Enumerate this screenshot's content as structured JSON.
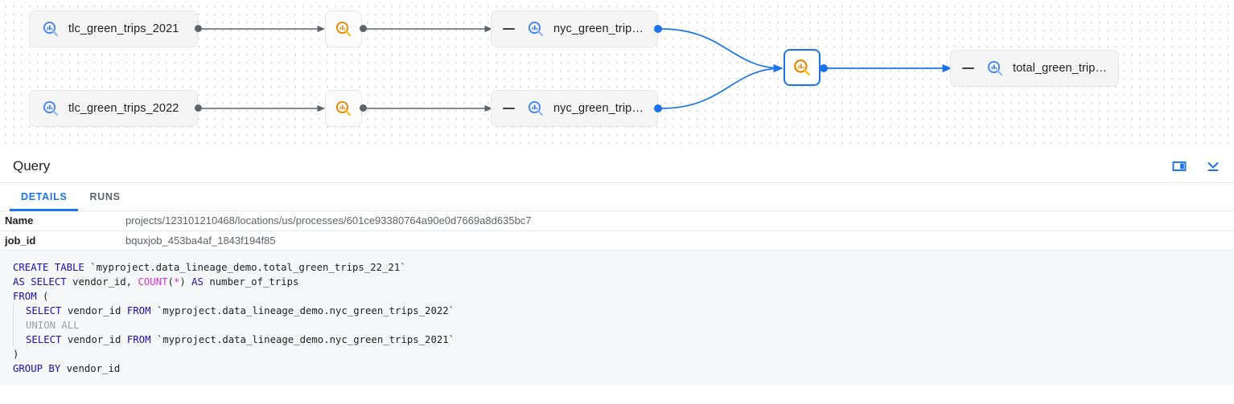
{
  "graph": {
    "nodes": [
      {
        "id": "src2021",
        "type": "table",
        "label": "tlc_green_trips_2021",
        "icon": "table-search-icon-blue",
        "has_dash": false,
        "selected": false
      },
      {
        "id": "src2022",
        "type": "table",
        "label": "tlc_green_trips_2022",
        "icon": "table-search-icon-blue",
        "has_dash": false,
        "selected": false
      },
      {
        "id": "proc1",
        "type": "process",
        "label": "",
        "icon": "process-search-icon-orange",
        "has_dash": false,
        "selected": false
      },
      {
        "id": "proc2",
        "type": "process",
        "label": "",
        "icon": "process-search-icon-orange",
        "has_dash": false,
        "selected": false
      },
      {
        "id": "nyc2021",
        "type": "table",
        "label": "nyc_green_trips…",
        "icon": "table-search-icon-blue",
        "has_dash": true,
        "selected": false
      },
      {
        "id": "nyc2022",
        "type": "table",
        "label": "nyc_green_trips…",
        "icon": "table-search-icon-blue",
        "has_dash": true,
        "selected": false
      },
      {
        "id": "proc3",
        "type": "process",
        "label": "",
        "icon": "process-search-icon-orange",
        "has_dash": false,
        "selected": true
      },
      {
        "id": "total",
        "type": "table",
        "label": "total_green_trip…",
        "icon": "table-search-icon-blue",
        "has_dash": true,
        "selected": false
      }
    ],
    "colors": {
      "edge_default": "#5f6368",
      "edge_selected": "#1a73e8",
      "node_icon_table": "#4285f4",
      "node_icon_process": "#ea8600",
      "accent": "#1a73e8"
    },
    "drag_handle": "panel-resize-handle"
  },
  "panel": {
    "title": "Query",
    "actions": [
      {
        "name": "split-panel-icon",
        "label": "Split panel layout"
      },
      {
        "name": "collapse-panel-icon",
        "label": "Collapse panel"
      }
    ],
    "tabs": [
      {
        "label": "DETAILS",
        "active": true
      },
      {
        "label": "RUNS",
        "active": false
      }
    ],
    "details": [
      {
        "key": "Name",
        "value": "projects/123101210468/locations/us/processes/601ce93380764a90e0d7669a8d635bc7"
      },
      {
        "key": "job_id",
        "value": "bquxjob_453ba4af_1843f194f85"
      }
    ]
  },
  "sql": {
    "lines": [
      [
        {
          "t": "CREATE TABLE ",
          "c": "kw"
        },
        {
          "t": "`myproject.data_lineage_demo.total_green_trips_22_21`",
          "c": ""
        }
      ],
      [
        {
          "t": "AS SELECT ",
          "c": "kw"
        },
        {
          "t": "vendor_id, ",
          "c": ""
        },
        {
          "t": "COUNT",
          "c": "fn"
        },
        {
          "t": "(",
          "c": ""
        },
        {
          "t": "*",
          "c": "fn"
        },
        {
          "t": ") ",
          "c": ""
        },
        {
          "t": "AS ",
          "c": "kw"
        },
        {
          "t": "number_of_trips",
          "c": ""
        }
      ],
      [
        {
          "t": "FROM ",
          "c": "kw"
        },
        {
          "t": "(",
          "c": ""
        }
      ],
      [
        {
          "t": "SELECT ",
          "c": "kw"
        },
        {
          "t": "vendor_id ",
          "c": ""
        },
        {
          "t": "FROM ",
          "c": "kw"
        },
        {
          "t": "`myproject.data_lineage_demo.nyc_green_trips_2022`",
          "c": ""
        }
      ],
      [
        {
          "t": "UNION ALL",
          "c": "dim"
        }
      ],
      [
        {
          "t": "SELECT ",
          "c": "kw"
        },
        {
          "t": "vendor_id ",
          "c": ""
        },
        {
          "t": "FROM ",
          "c": "kw"
        },
        {
          "t": "`myproject.data_lineage_demo.nyc_green_trips_2021`",
          "c": ""
        }
      ],
      [
        {
          "t": ")",
          "c": ""
        }
      ],
      [
        {
          "t": "GROUP BY ",
          "c": "kw"
        },
        {
          "t": "vendor_id",
          "c": ""
        }
      ]
    ],
    "indented": [
      false,
      false,
      false,
      true,
      true,
      true,
      false,
      false
    ]
  }
}
